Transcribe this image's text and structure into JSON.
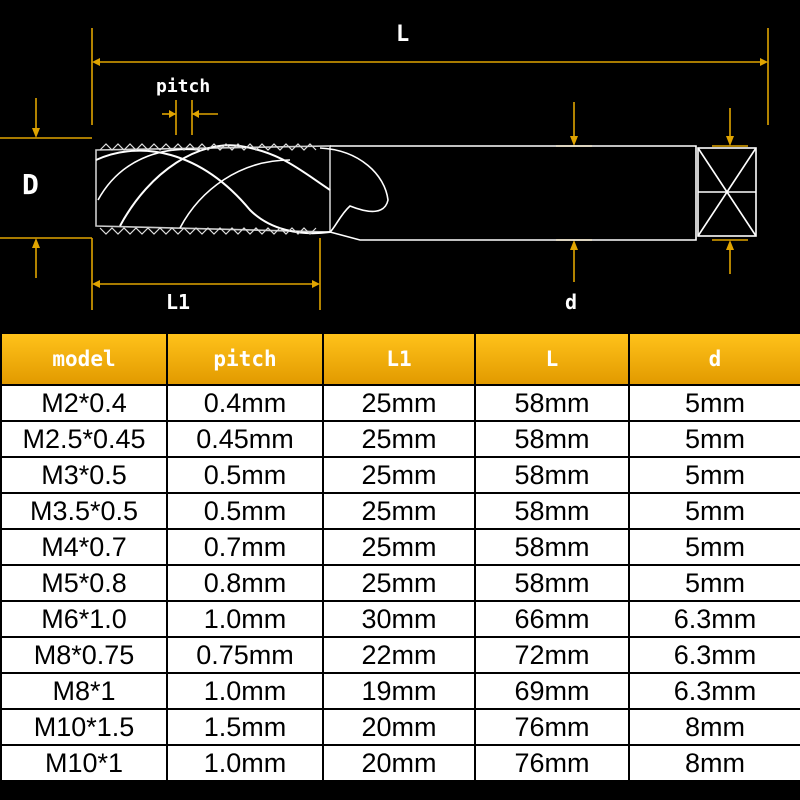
{
  "diagram": {
    "labels": {
      "L": "L",
      "pitch": "pitch",
      "D": "D",
      "L1": "L1",
      "d": "d"
    },
    "colors": {
      "dimension_line": "#e0a400",
      "tool_outline": "#ffffff",
      "background": "#000000"
    }
  },
  "table": {
    "header_color": "#f5b000",
    "columns": [
      "model",
      "pitch",
      "L1",
      "L",
      "d"
    ],
    "rows": [
      [
        "M2*0.4",
        "0.4mm",
        "25mm",
        "58mm",
        "5mm"
      ],
      [
        "M2.5*0.45",
        "0.45mm",
        "25mm",
        "58mm",
        "5mm"
      ],
      [
        "M3*0.5",
        "0.5mm",
        "25mm",
        "58mm",
        "5mm"
      ],
      [
        "M3.5*0.5",
        "0.5mm",
        "25mm",
        "58mm",
        "5mm"
      ],
      [
        "M4*0.7",
        "0.7mm",
        "25mm",
        "58mm",
        "5mm"
      ],
      [
        "M5*0.8",
        "0.8mm",
        "25mm",
        "58mm",
        "5mm"
      ],
      [
        "M6*1.0",
        "1.0mm",
        "30mm",
        "66mm",
        "6.3mm"
      ],
      [
        "M8*0.75",
        "0.75mm",
        "22mm",
        "72mm",
        "6.3mm"
      ],
      [
        "M8*1",
        "1.0mm",
        "19mm",
        "69mm",
        "6.3mm"
      ],
      [
        "M10*1.5",
        "1.5mm",
        "20mm",
        "76mm",
        "8mm"
      ],
      [
        "M10*1",
        "1.0mm",
        "20mm",
        "76mm",
        "8mm"
      ]
    ]
  }
}
